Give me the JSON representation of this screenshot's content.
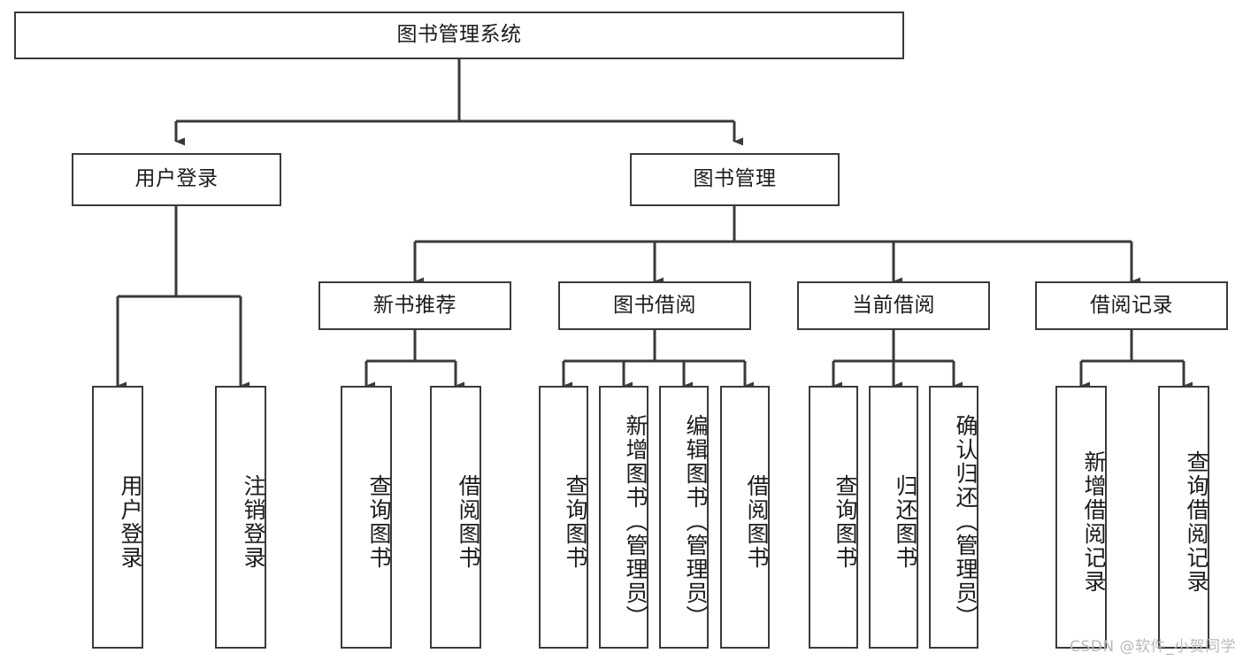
{
  "diagram": {
    "type": "tree-hierarchy",
    "title": "图书管理系统",
    "orientation": "top-down",
    "root": {
      "label": "图书管理系统",
      "children": [
        {
          "label": "用户登录",
          "children": [
            {
              "label": "用户登录"
            },
            {
              "label": "注销登录"
            }
          ]
        },
        {
          "label": "图书管理",
          "children": [
            {
              "label": "新书推荐",
              "children": [
                {
                  "label": "查询图书"
                },
                {
                  "label": "借阅图书"
                }
              ]
            },
            {
              "label": "图书借阅",
              "children": [
                {
                  "label": "查询图书"
                },
                {
                  "label": "新增图书（管理员）"
                },
                {
                  "label": "编辑图书（管理员）"
                },
                {
                  "label": "借阅图书"
                }
              ]
            },
            {
              "label": "当前借阅",
              "children": [
                {
                  "label": "查询图书"
                },
                {
                  "label": "归还图书"
                },
                {
                  "label": "确认归还（管理员）"
                }
              ]
            },
            {
              "label": "借阅记录",
              "children": [
                {
                  "label": "新增借阅记录"
                },
                {
                  "label": "查询借阅记录"
                }
              ]
            }
          ]
        }
      ]
    }
  },
  "nodes": {
    "root": {
      "label": "图书管理系统"
    },
    "level1": [
      {
        "label": "用户登录"
      },
      {
        "label": "图书管理"
      }
    ],
    "level2": [
      {
        "label": "新书推荐"
      },
      {
        "label": "图书借阅"
      },
      {
        "label": "当前借阅"
      },
      {
        "label": "借阅记录"
      }
    ],
    "leaves": {
      "user_login": [
        {
          "label": "用户登录"
        },
        {
          "label": "注销登录"
        }
      ],
      "new_books": [
        {
          "label": "查询图书"
        },
        {
          "label": "借阅图书"
        }
      ],
      "book_borrow": [
        {
          "label": "查询图书"
        },
        {
          "label": "新增图书（管理员）"
        },
        {
          "label": "编辑图书（管理员）"
        },
        {
          "label": "借阅图书"
        }
      ],
      "current_borrow": [
        {
          "label": "查询图书"
        },
        {
          "label": "归还图书"
        },
        {
          "label": "确认归还（管理员）"
        }
      ],
      "borrow_record": [
        {
          "label": "新增借阅记录"
        },
        {
          "label": "查询借阅记录"
        }
      ]
    }
  },
  "watermark": {
    "text": "CSDN @软件_小贺同学"
  },
  "colors": {
    "background": "#ffffff",
    "node_border": "#3a3a3a",
    "node_fill": "#ffffff",
    "text": "#1b1b1b",
    "edge": "#3a3a3a",
    "watermark": "#b9b9b9"
  }
}
